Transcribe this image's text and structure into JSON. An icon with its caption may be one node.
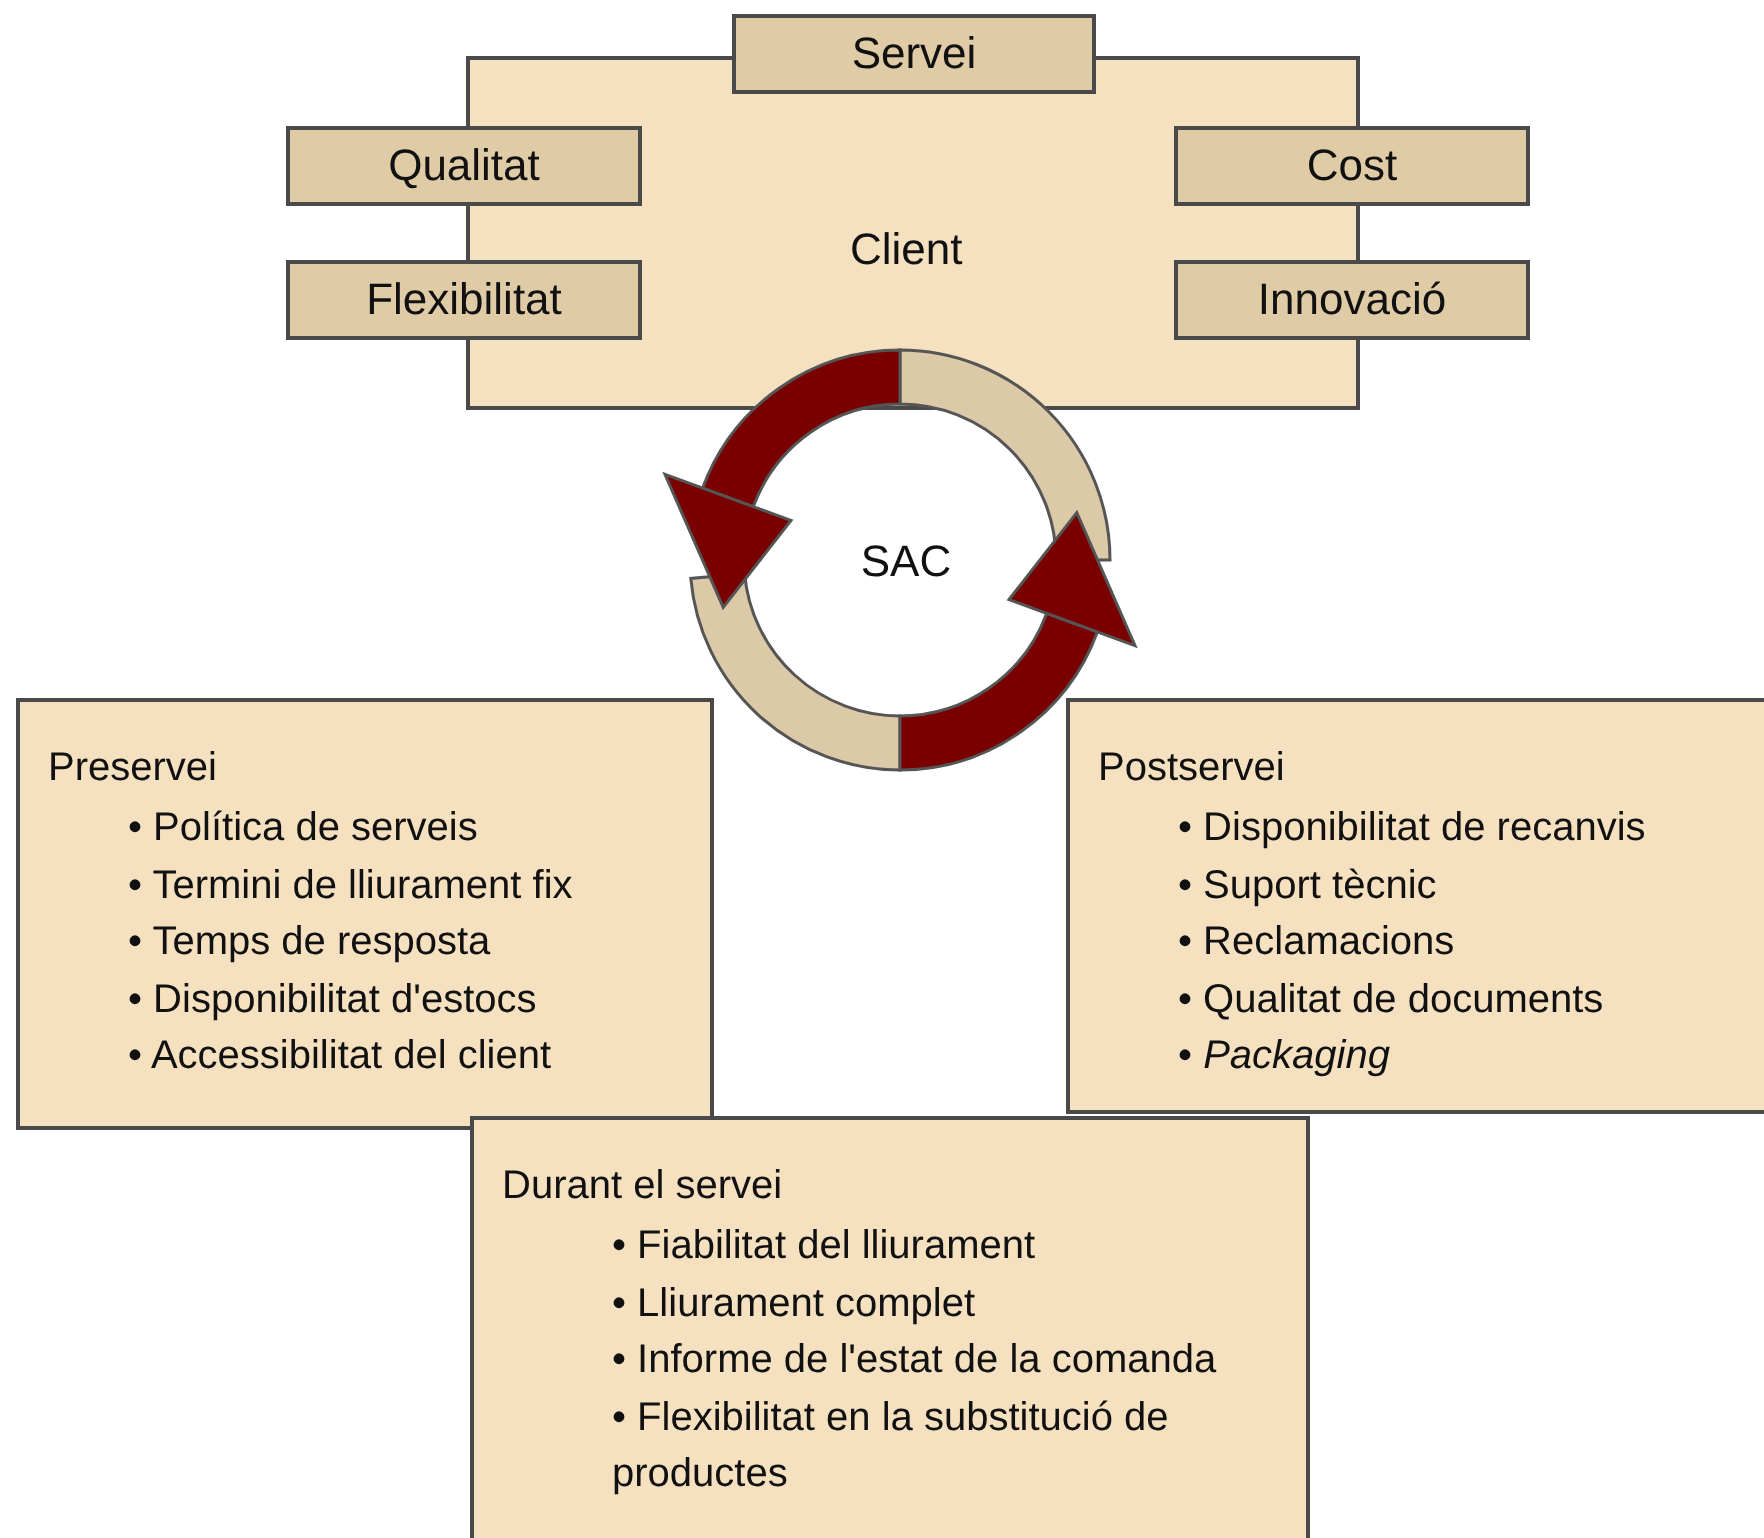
{
  "diagram": {
    "nodes": [
      {
        "text": [
          "Client"
        ]
      },
      {
        "text": [
          "Servei"
        ]
      },
      {
        "text": [
          "Qualitat"
        ]
      },
      {
        "text": [
          "Cost"
        ]
      },
      {
        "text": [
          "Flexibilitat"
        ]
      },
      {
        "text": [
          "Innovació"
        ]
      },
      {
        "text": [
          "SAC"
        ]
      },
      {
        "text": [
          "Preservei",
          "• Política de serveis",
          "• Termini de lliurament fix",
          "• Temps de resposta",
          "• Disponibilitat d'estocs",
          "• Accessibilitat del client"
        ]
      },
      {
        "text": [
          "Postservei",
          "• Disponibilitat de recanvis",
          "• Suport tècnic",
          "• Reclamacions",
          "• Qualitat de documents",
          "• *Packaging*"
        ]
      },
      {
        "text": [
          "Durant el servei",
          "• Fiabilitat del lliurament",
          "• Lliurament complet",
          "• Informe de l'estat de la comanda",
          "• Flexibilitat en la substitució de productes"
        ]
      }
    ]
  }
}
